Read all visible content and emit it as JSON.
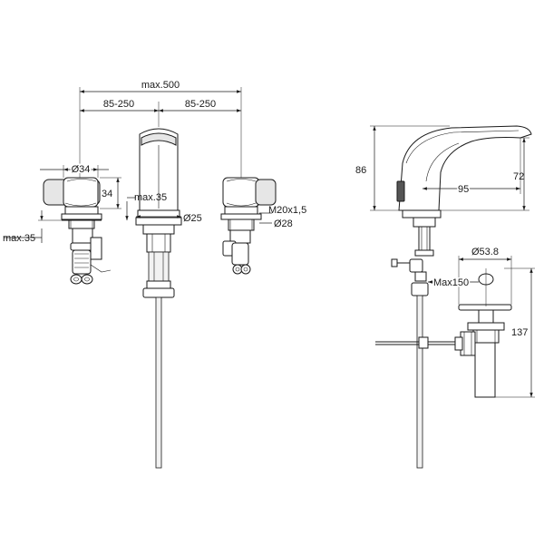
{
  "dimensions": {
    "overall_width": "max.500",
    "spacing_left": "85-250",
    "spacing_right": "85-250",
    "handle_diameter": "Ø34",
    "handle_height": "34",
    "deck_thickness_center": "max.35",
    "deck_thickness_left": "max.35",
    "spout_base_diameter": "Ø25",
    "thread": "M20x1,5",
    "thread_diameter": "Ø28",
    "faucet_height": "86",
    "spout_height": "72",
    "spout_reach": "95",
    "drain_diameter": "Ø53.8",
    "drain_max": "Max150",
    "drain_depth": "137"
  }
}
